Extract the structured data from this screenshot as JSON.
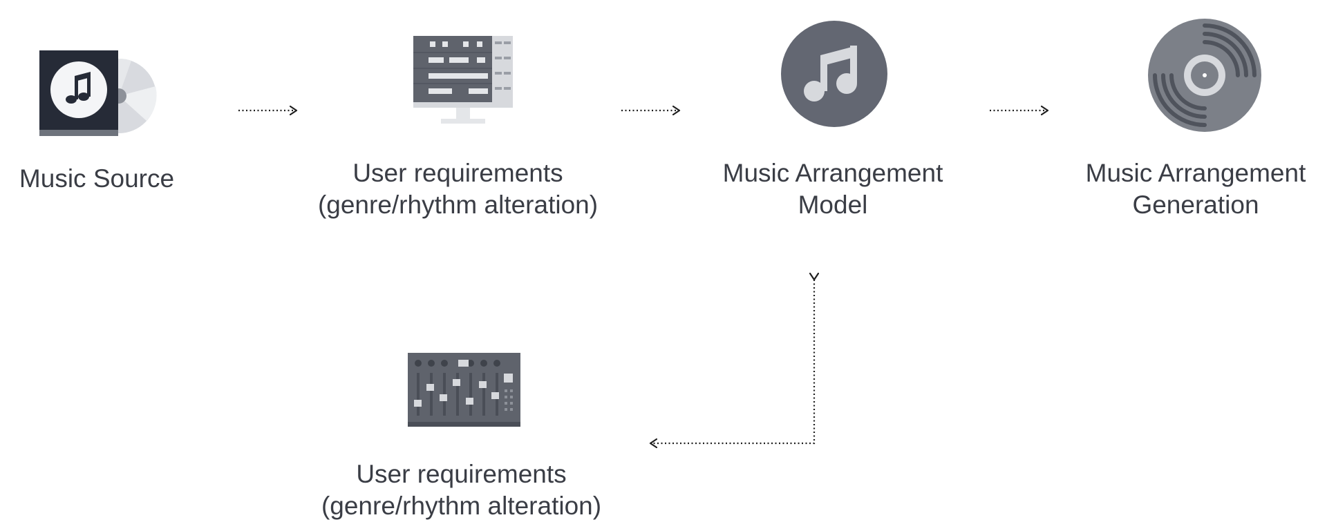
{
  "colors": {
    "text": "#3a3d45",
    "icon_dark": "#5f636c",
    "icon_mid": "#7c8088",
    "icon_light": "#d7d9dd",
    "album_bg": "#262b37",
    "arrow": "#1e1e1e"
  },
  "nodes": {
    "music_source": {
      "icon": "album-cd-icon",
      "label_lines": [
        "Music Source"
      ]
    },
    "user_requirements_top": {
      "icon": "monitor-daw-icon",
      "label_lines": [
        "User requirements",
        "(genre/rhythm alteration)"
      ]
    },
    "arrangement_model": {
      "icon": "music-note-icon",
      "label_lines": [
        "Music Arrangement",
        "Model"
      ]
    },
    "arrangement_generation": {
      "icon": "vinyl-record-icon",
      "label_lines": [
        "Music Arrangement",
        "Generation"
      ]
    },
    "user_requirements_bottom": {
      "icon": "mixer-console-icon",
      "label_lines": [
        "User requirements",
        "(genre/rhythm alteration)"
      ]
    }
  },
  "edges": [
    {
      "from": "music_source",
      "to": "user_requirements_top",
      "style": "dotted"
    },
    {
      "from": "user_requirements_top",
      "to": "arrangement_model",
      "style": "dotted"
    },
    {
      "from": "arrangement_model",
      "to": "arrangement_generation",
      "style": "dotted"
    },
    {
      "from": "arrangement_model",
      "to": "user_requirements_bottom",
      "style": "dotted"
    }
  ]
}
